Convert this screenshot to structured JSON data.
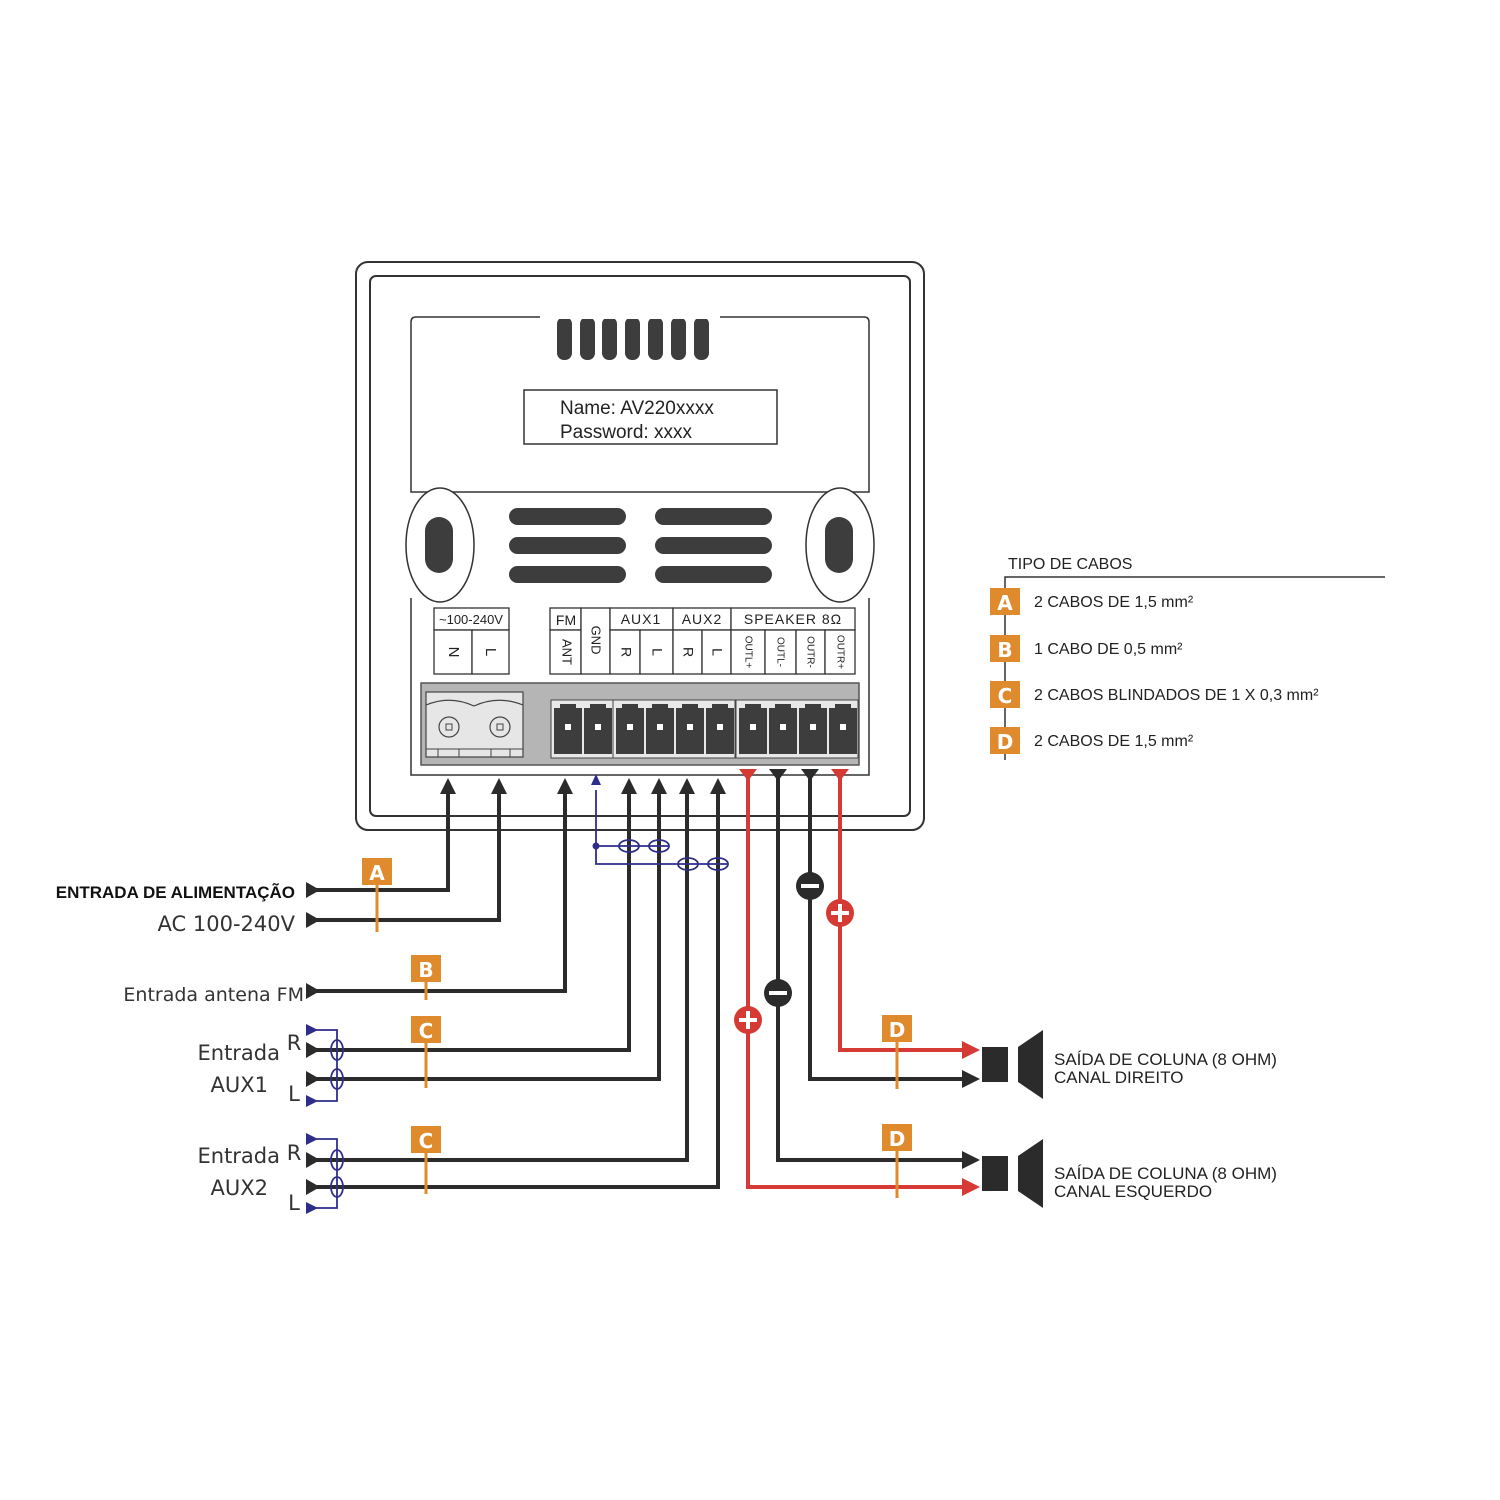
{
  "device": {
    "label_name": "Name: AV220xxxx",
    "label_password": "Password: xxxx",
    "terminal_headers": {
      "power": "~100-240V",
      "fm": "FM",
      "gnd": "GND",
      "aux1": "AUX1",
      "aux2": "AUX2",
      "speaker": "SPEAKER 8Ω"
    },
    "terminal_pins": {
      "n": "N",
      "l": "L",
      "ant": "ANT",
      "aux1_r": "R",
      "aux1_l": "L",
      "aux2_r": "R",
      "aux2_l": "L",
      "outl_plus": "OUTL+",
      "outl_minus": "OUTL-",
      "outr_minus": "OUTR-",
      "outr_plus": "OUTR+"
    }
  },
  "inputs": {
    "power_title": "ENTRADA DE ALIMENTAÇÃO",
    "power_subtitle": "AC 100-240V",
    "fm": "Entrada antena FM",
    "aux1_line1": "Entrada",
    "aux1_line2": "AUX1",
    "aux2_line1": "Entrada",
    "aux2_line2": "AUX2",
    "r": "R",
    "l": "L"
  },
  "cable_tags": {
    "power": "A",
    "fm": "B",
    "aux1": "C",
    "aux2": "C",
    "speaker_right": "D",
    "speaker_left": "D"
  },
  "polarity": {
    "plus": "+",
    "minus": "−"
  },
  "outputs": {
    "right_line1": "SAÍDA DE COLUNA (8 OHM)",
    "right_line2": "CANAL DIREITO",
    "left_line1": "SAÍDA DE COLUNA (8 OHM)",
    "left_line2": "CANAL ESQUERDO"
  },
  "legend": {
    "title": "TIPO DE CABOS",
    "items": [
      {
        "tag": "A",
        "text": "2 CABOS DE 1,5 mm²"
      },
      {
        "tag": "B",
        "text": "1 CABO DE 0,5 mm²"
      },
      {
        "tag": "C",
        "text": "2 CABOS BLINDADOS DE 1 X 0,3 mm²"
      },
      {
        "tag": "D",
        "text": "2 CABOS DE 1,5 mm²"
      }
    ]
  },
  "colors": {
    "tag_orange": "#e08a2e",
    "wire_black": "#2b2b2b",
    "wire_red": "#d63a34",
    "shield_blue": "#2e2d8c",
    "panel_gray": "#b8b8b8"
  }
}
